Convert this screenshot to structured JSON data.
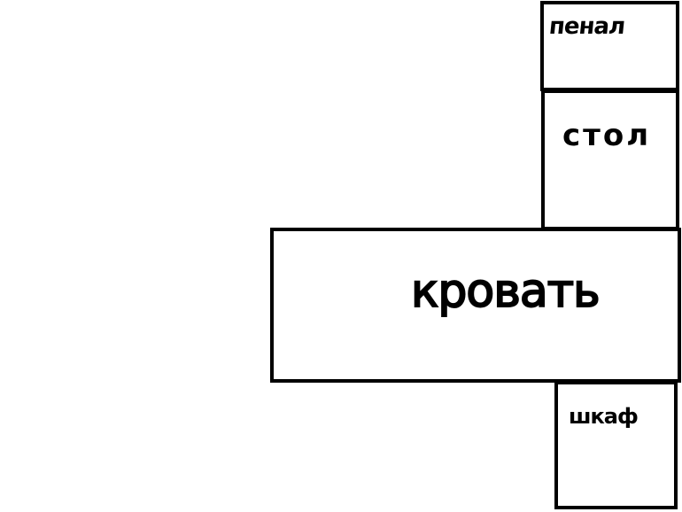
{
  "diagram": {
    "type": "room-layout",
    "items": [
      {
        "label": "пенал"
      },
      {
        "label": "стол"
      },
      {
        "label": "кровать"
      },
      {
        "label": "шкаф"
      }
    ]
  }
}
